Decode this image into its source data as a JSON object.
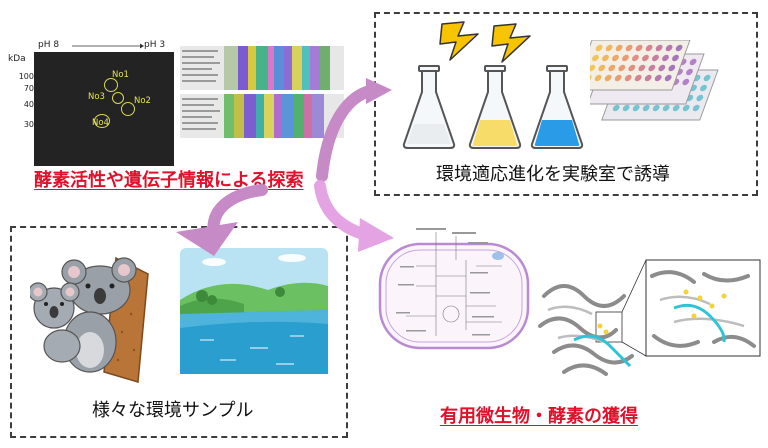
{
  "captions": {
    "exploration": "酵素活性や遺伝子情報による探索",
    "lab_evolution": "環境適応進化を実験室で誘導",
    "samples": "様々な環境サンプル",
    "acquisition": "有用微生物・酵素の獲得"
  },
  "gel": {
    "ph_left": "pH 8",
    "ph_right": "pH 3",
    "unit": "kDa",
    "ticks": [
      "100",
      "70",
      "40",
      "30"
    ],
    "spots": [
      "No1",
      "No3",
      "No2",
      "No4"
    ]
  },
  "colors": {
    "accent_red": "#e0112a",
    "arrow_purple": "#c68ac6",
    "arrow_pink": "#e4a3e3",
    "lightning": "#f6c400",
    "media_yellow": "#f8dc6a",
    "media_blue": "#2a9be6"
  },
  "icons": [
    "gel-electrophoresis-image",
    "sequence-alignment-image",
    "lightning-icon",
    "flask-icon",
    "well-plate-icon",
    "koala-illustration",
    "lake-landscape-illustration",
    "metabolic-pathway-map",
    "protein-structure-image"
  ]
}
